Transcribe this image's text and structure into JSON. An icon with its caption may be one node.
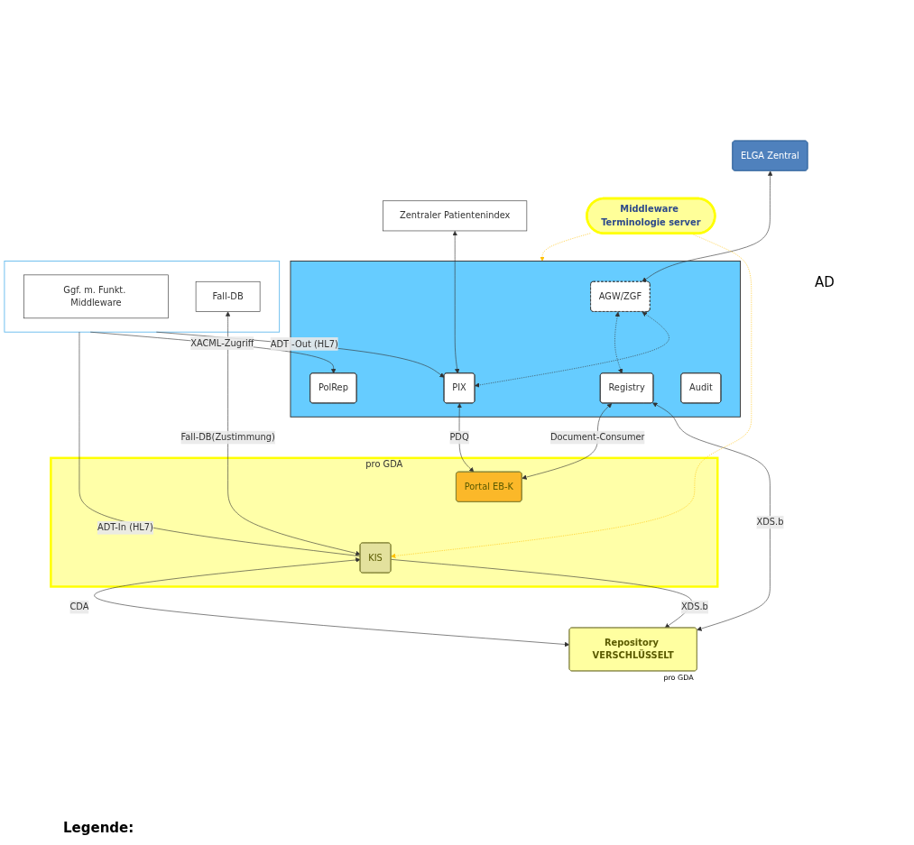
{
  "diagram": {
    "nodes": [
      {
        "text": [
          "ELGA Zentral"
        ]
      },
      {
        "text": [
          "Zentraler Patientenindex"
        ]
      },
      {
        "text": [],
        "shape": "box"
      },
      {
        "text": [
          "AGW/ZGF"
        ],
        "in": 2
      },
      {
        "text": [
          "PolRep"
        ],
        "in": 2
      },
      {
        "text": [
          "PIX"
        ],
        "in": 2
      },
      {
        "text": [
          "Registry"
        ],
        "in": 2
      },
      {
        "text": [
          "Audit"
        ],
        "in": 2
      },
      {
        "text": [],
        "shape": "box"
      },
      {
        "text": [
          "Ggf. m. Funkt. Middleware"
        ],
        "in": 8
      },
      {
        "text": [
          "Fall-DB"
        ],
        "in": 8
      },
      {
        "text": [
          "Middleware Terminologie server"
        ]
      },
      {
        "text": [
          "Repository VERSCHLÜSSELT"
        ],
        "beside": [
          "pro GDA"
        ]
      },
      {
        "text": [
          "pro GDA"
        ]
      },
      {
        "text": [
          "Portal EB-K"
        ],
        "in": 13
      },
      {
        "text": [
          "KIS"
        ],
        "in": 13
      }
    ],
    "edges": [
      {
        "from": 0,
        "to": 3,
        "arrow": "both"
      },
      {
        "from": 5,
        "to": 1,
        "arrow": "both"
      },
      {
        "from": 8,
        "to": 5,
        "arrow": "to",
        "label": "ADT -Out (HL7)"
      },
      {
        "from": 8,
        "to": 4,
        "arrow": "to",
        "label": "XACML-Zugriff"
      },
      {
        "from": 3,
        "to": 5,
        "arrow": "both",
        "style": "dashed"
      },
      {
        "from": 3,
        "to": 6,
        "arrow": "both",
        "style": "dashed"
      },
      {
        "from": 6,
        "to": 12,
        "arrow": "both",
        "label": "XDS.b"
      },
      {
        "from": 5,
        "to": 14,
        "arrow": "both",
        "label": "PDQ"
      },
      {
        "from": 6,
        "to": 14,
        "arrow": "both",
        "label": "Document-Consumer"
      },
      {
        "from": 15,
        "to": 8,
        "arrow": "none",
        "label": "ADT-In (HL7)"
      },
      {
        "from": 15,
        "to": 10,
        "arrow": "both",
        "label": "Fall-DB(Zustimmung)"
      },
      {
        "from": 15,
        "to": 12,
        "arrow": "both",
        "label": "CDA"
      },
      {
        "from": 15,
        "to": 12,
        "arrow": "to",
        "label": "XDS.b"
      },
      {
        "from": 11,
        "to": 2,
        "arrow": "to",
        "style": "dashed",
        "color": "#ffc000"
      },
      {
        "from": 11,
        "to": 15,
        "arrow": "to",
        "style": "dashed",
        "color": "#ffc000"
      }
    ],
    "labels": [
      "AD",
      "Legende:"
    ]
  }
}
